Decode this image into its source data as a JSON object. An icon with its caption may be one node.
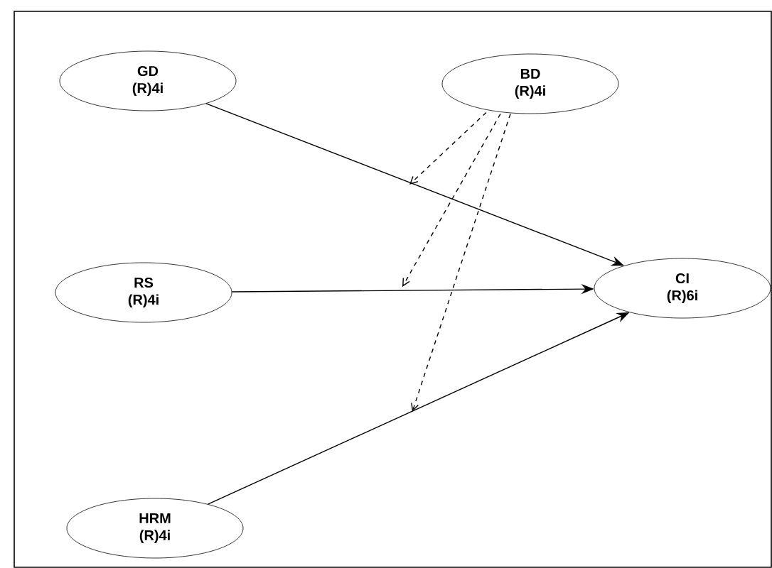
{
  "diagram": {
    "nodes": [
      {
        "text": [
          "GD",
          "(R)4i"
        ]
      },
      {
        "text": [
          "BD",
          "(R)4i"
        ]
      },
      {
        "text": [
          "RS",
          "(R)4i"
        ]
      },
      {
        "text": [
          "CI",
          "(R)6i"
        ]
      },
      {
        "text": [
          "HRM",
          "(R)4i"
        ]
      }
    ],
    "edges": [
      {
        "from": 0,
        "to": 3,
        "arrow": "to"
      },
      {
        "from": 2,
        "to": 3,
        "arrow": "to"
      },
      {
        "from": 4,
        "to": 3,
        "arrow": "to"
      },
      {
        "from": 1,
        "to": null,
        "arrow": "to",
        "style": "dashed"
      },
      {
        "from": 1,
        "to": null,
        "arrow": "to",
        "style": "dashed"
      },
      {
        "from": 1,
        "to": null,
        "arrow": "to",
        "style": "dashed"
      }
    ]
  }
}
